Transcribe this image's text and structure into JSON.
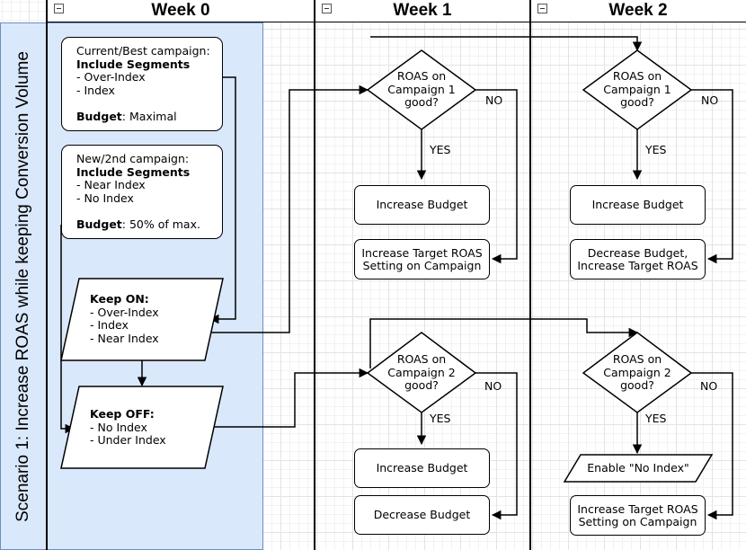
{
  "headers": {
    "week0": "Week 0",
    "week1": "Week 1",
    "week2": "Week 2"
  },
  "lane": {
    "label": "Scenario 1: Increase ROAS while keeping Conversion Volume"
  },
  "week0": {
    "current_campaign": {
      "title": "Current/Best campaign:",
      "segments_heading": "Include Segments",
      "items": [
        "- Over-Index",
        "- Index"
      ],
      "budget_label": "Budget",
      "budget_value": ": Maximal"
    },
    "new_campaign": {
      "title": "New/2nd campaign:",
      "segments_heading": "Include Segments",
      "items": [
        "- Near Index",
        "- No Index"
      ],
      "budget_label": "Budget",
      "budget_value": ": 50% of max."
    },
    "keep_on": {
      "title": "Keep ON:",
      "items": [
        "- Over-Index",
        "- Index",
        "- Near Index"
      ]
    },
    "keep_off": {
      "title": "Keep OFF:",
      "items": [
        "- No Index",
        "- Under Index"
      ]
    }
  },
  "week1": {
    "decision1": {
      "lines": [
        "ROAS on",
        "Campaign 1",
        "good?"
      ],
      "yes": "YES",
      "no": "NO"
    },
    "d1_yes_action": "Increase Budget",
    "d1_no_action": [
      "Increase Target ROAS",
      "Setting on Campaign"
    ],
    "decision2": {
      "lines": [
        "ROAS on",
        "Campaign 2",
        "good?"
      ],
      "yes": "YES",
      "no": "NO"
    },
    "d2_yes_action": "Increase Budget",
    "d2_no_action": "Decrease Budget"
  },
  "week2": {
    "decision1": {
      "lines": [
        "ROAS on",
        "Campaign 1",
        "good?"
      ],
      "yes": "YES",
      "no": "NO"
    },
    "d1_yes_action": "Increase Budget",
    "d1_no_action": [
      "Decrease Budget,",
      "Increase Target ROAS"
    ],
    "decision2": {
      "lines": [
        "ROAS on",
        "Campaign 2",
        "good?"
      ],
      "yes": "YES",
      "no": "NO"
    },
    "d2_yes_action": "Enable \"No Index\"",
    "d2_no_action": [
      "Increase Target ROAS",
      "Setting on Campaign"
    ]
  },
  "colors": {
    "lane_fill": "#dae8fc",
    "lane_border": "#6c8ebf",
    "line": "#000000"
  }
}
